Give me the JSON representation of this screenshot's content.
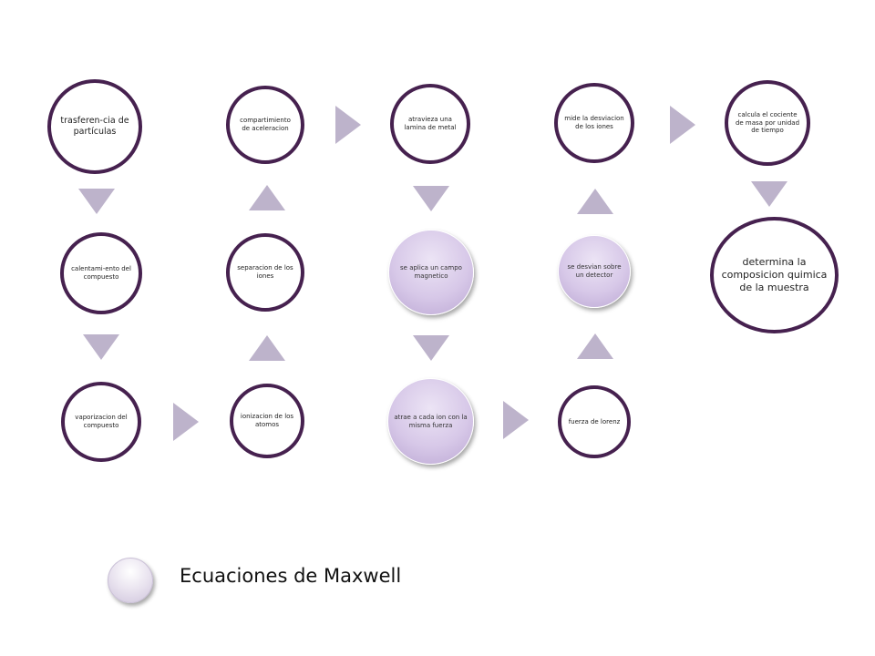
{
  "diagram": {
    "nodes": {
      "trasferencia": "trasferen-cia de partículas",
      "calentamiento": "calentami-ento del compuesto",
      "vaporizacion": "vaporizacion del compuesto",
      "ionizacion": "ionizacion de los atomos",
      "separacion": "separacion de los iones",
      "compartimiento": "compartimiento de aceleracion",
      "atraviesa": "atravieza una lamina de metal",
      "campo": "se aplica un campo magnetico",
      "atrae": "atrae a cada ion con la misma fuerza",
      "lorenz": "fuerza de lorenz",
      "desvian": "se desvian sobre un detector",
      "mide": "mide la desviacion de los iones",
      "calcula": "calcula el cociente de masa por unidad de tiempo",
      "determina": "determina la composicion quimica de la muestra"
    },
    "legend": {
      "label": "Ecuaciones de Maxwell"
    }
  },
  "colors": {
    "outline": "#46214f",
    "filled": "#d7c8e8",
    "arrow": "#bdb3cb"
  }
}
